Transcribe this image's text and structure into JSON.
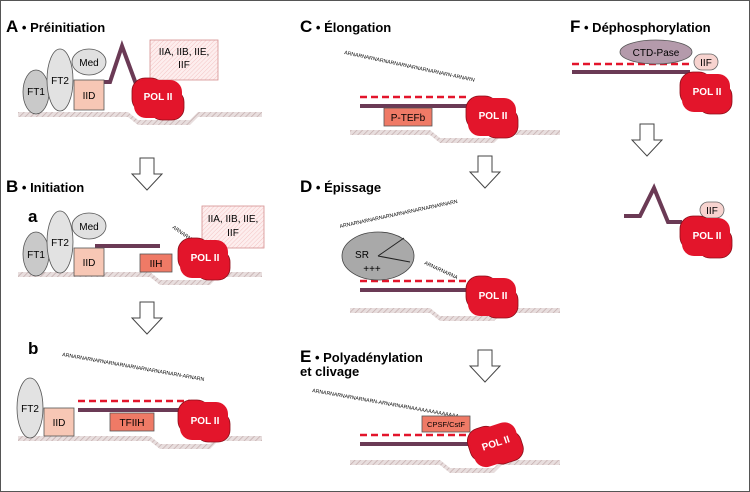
{
  "sections": {
    "a": {
      "letter": "A",
      "title": "• Préinitiation"
    },
    "b": {
      "letter": "B",
      "title": "• Initiation",
      "sub_a": "a",
      "sub_b": "b"
    },
    "c": {
      "letter": "C",
      "title": "• Élongation"
    },
    "d": {
      "letter": "D",
      "title": "• Épissage"
    },
    "e": {
      "letter": "E",
      "title": "• Polyadénylation",
      "title2": "et clivage"
    },
    "f": {
      "letter": "F",
      "title": "• Déphosphorylation"
    }
  },
  "labels": {
    "ft1": "FT1",
    "ft2": "FT2",
    "med": "Med",
    "iid": "IID",
    "iih": "IIH",
    "tfiih": "TFIIH",
    "pol": "POL II",
    "factors_1": "IIA, IIB, IIE,",
    "factors_2": "IIF",
    "ptefb": "P-TEFb",
    "sr": "SR",
    "sr_charge": "+++",
    "cpsf": "CPSF/CstF",
    "ctd": "CTD-Pase",
    "iif": "IIF"
  },
  "rna": {
    "short": "ARNARN",
    "c_strand": "ARNARNARNARNARNARNARNARNARNARN-ARNARN",
    "b_strand": "ARNARNARNARNARNARNARNARNARNARNARN-ARNARN",
    "d_strand": "ARNARNARNARNARNARNARNARNARNARNARN",
    "d_tail": "ARNARNARNA",
    "e_strand": "ARNARNARNARNARNARN-ARNARNARNAAAAAAAAAAAAAA"
  },
  "colors": {
    "pol": "#e3152b",
    "dna": "#6b3a55",
    "rna_dash": "#e3152b",
    "factor_fill": "#f7c7b5",
    "ellipse": "#d4d4d4",
    "ctd": "#b49aab"
  }
}
